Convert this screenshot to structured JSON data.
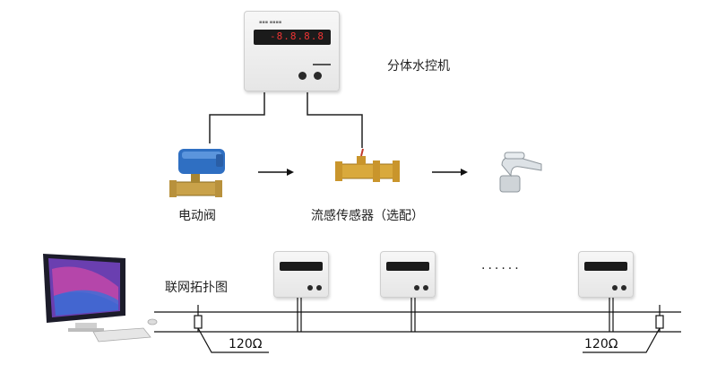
{
  "labels": {
    "controller": "分体水控机",
    "valve": "电动阀",
    "flow_sensor": "流感传感器（选配）",
    "topology": "联网拓扑图",
    "resistor_left": "120Ω",
    "resistor_right": "120Ω",
    "ellipsis": "......"
  },
  "icons": [
    "controller-device",
    "motorized-valve",
    "flow-sensor",
    "faucet",
    "desktop-computer",
    "arrow-right",
    "terminating-resistor"
  ]
}
